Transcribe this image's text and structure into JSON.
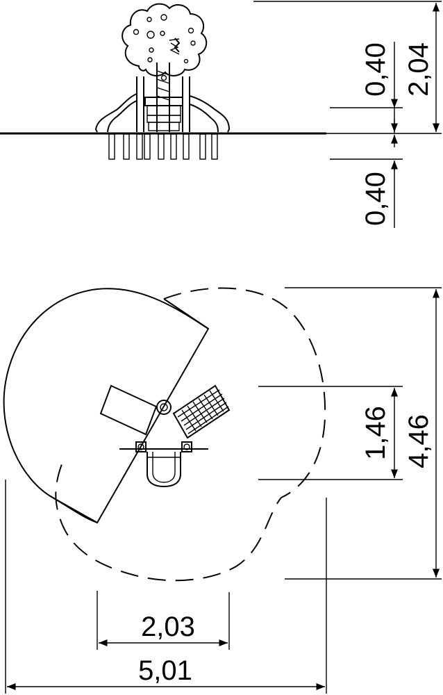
{
  "dimensions": {
    "elevation_above_ground": "0,40",
    "total_height": "2,04",
    "foundation_depth": "0,40",
    "structure_depth": "1,46",
    "safety_zone_depth": "4,46",
    "structure_width": "2,03",
    "safety_zone_width": "5,01"
  }
}
